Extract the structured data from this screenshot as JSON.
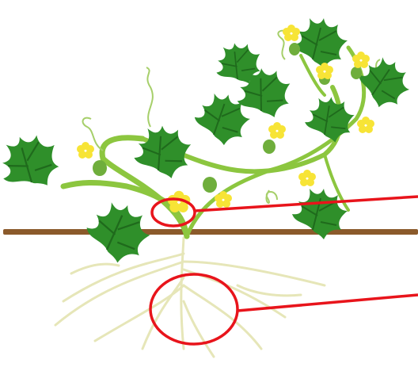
{
  "scene": {
    "subject": "watermelon-vine-illustration",
    "colors": {
      "background": "#ffffff",
      "leaf": "#2f8f2a",
      "leaf_light": "#4fae3a",
      "vine": "#8cc63f",
      "tendril": "#a6cf6a",
      "flower": "#f7e436",
      "flower_center": "#e0b400",
      "fruit": "#6fae3c",
      "root": "#e6e6b8",
      "soil": "#8b5a2b",
      "marker": "#e8141b"
    },
    "markers": [
      {
        "name": "stem-base-highlight"
      },
      {
        "name": "roots-highlight"
      }
    ]
  }
}
